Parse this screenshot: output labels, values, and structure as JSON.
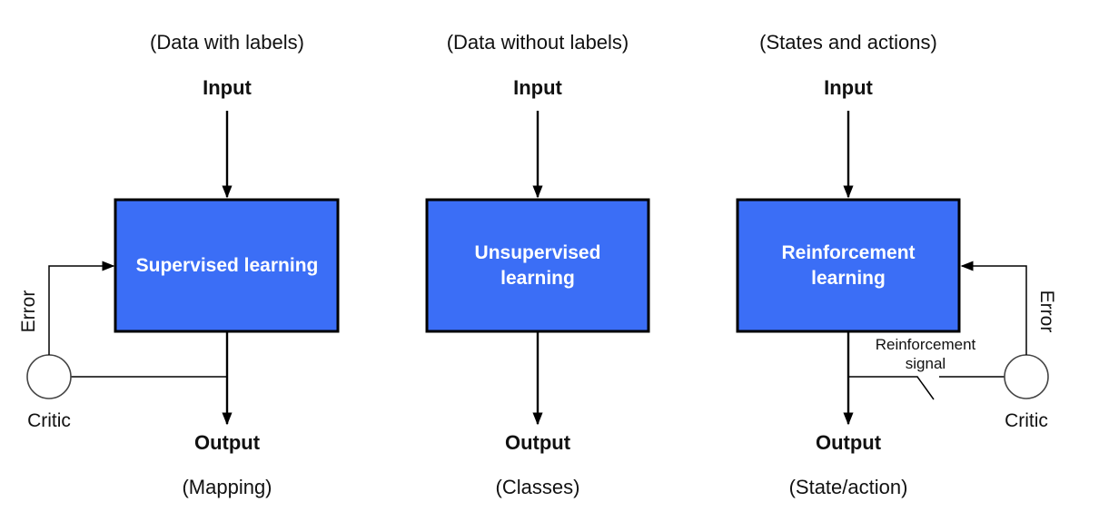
{
  "colors": {
    "box_fill": "#3b6ef6",
    "box_text": "#ffffff",
    "lines": "#000000"
  },
  "panels": [
    {
      "note": "(Data with labels)",
      "input": "Input",
      "box_lines": [
        "Supervised learning"
      ],
      "output": "Output",
      "result": "(Mapping)",
      "critic": "Critic",
      "error": "Error"
    },
    {
      "note": "(Data without labels)",
      "input": "Input",
      "box_lines": [
        "Unsupervised",
        "learning"
      ],
      "output": "Output",
      "result": "(Classes)"
    },
    {
      "note": "(States and actions)",
      "input": "Input",
      "box_lines": [
        "Reinforcement",
        "learning"
      ],
      "output": "Output",
      "result": "(State/action)",
      "critic": "Critic",
      "error": "Error",
      "signal_lines": [
        "Reinforcement",
        "signal"
      ]
    }
  ]
}
